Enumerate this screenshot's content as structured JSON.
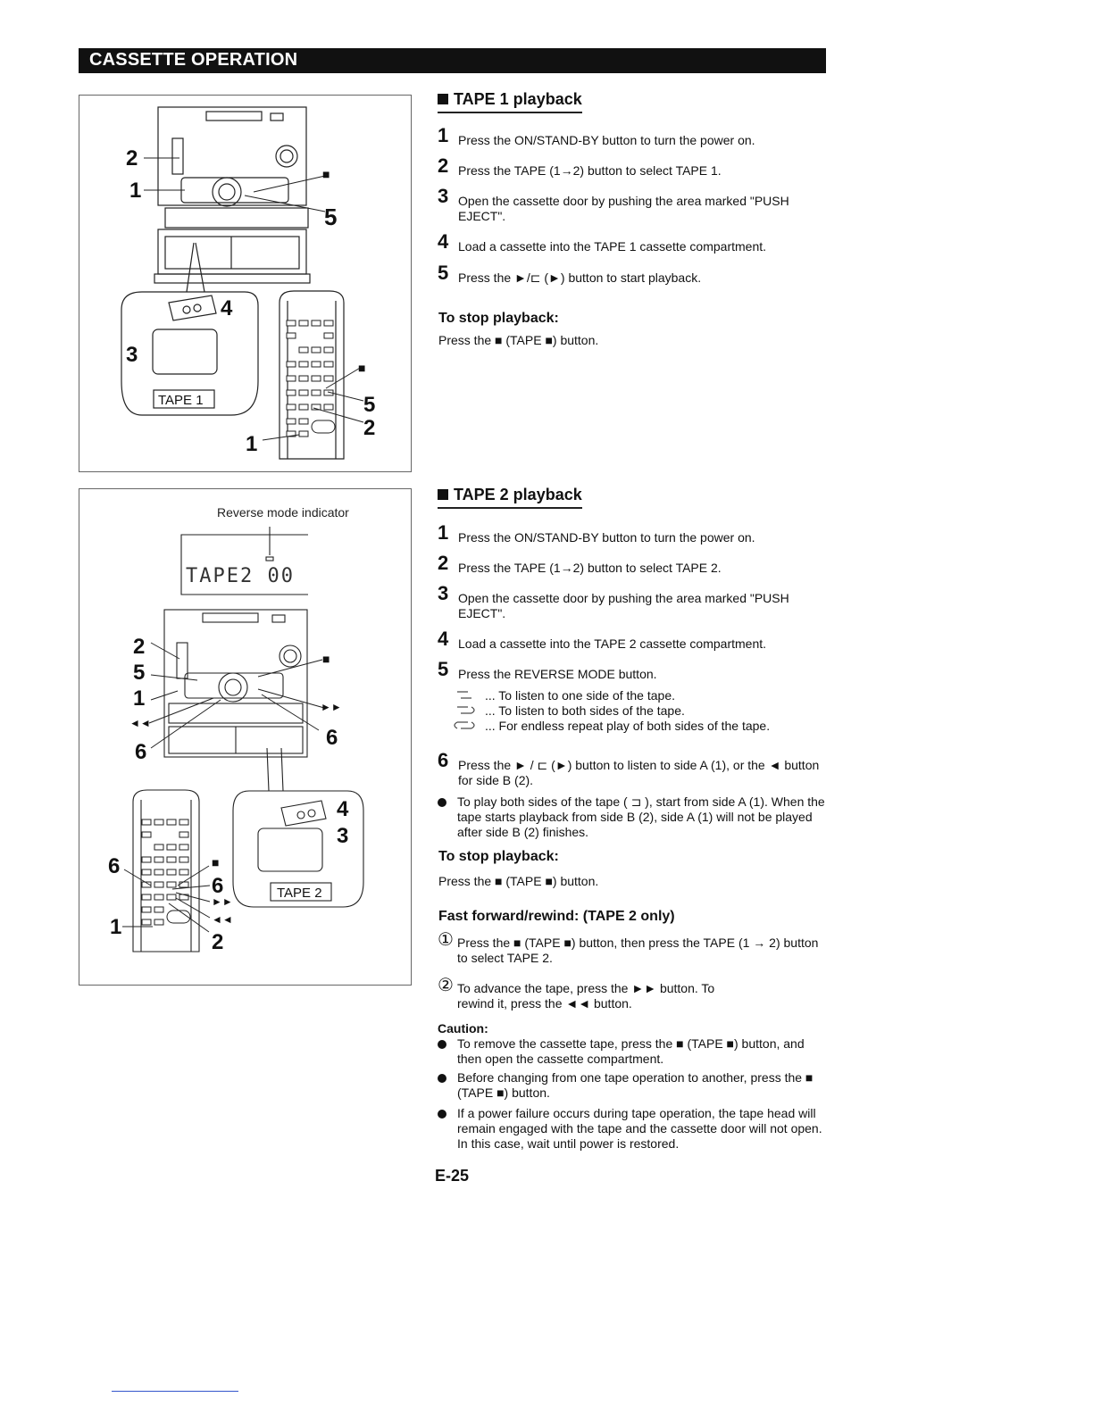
{
  "header": {
    "title": "CASSETTE OPERATION"
  },
  "figure1": {
    "tape_label": "TAPE 1",
    "callouts": {
      "c2": "2",
      "c1": "1",
      "stop": "■",
      "c5": "5",
      "c4": "4",
      "c3": "3",
      "r_stop": "■",
      "r5": "5",
      "r2": "2",
      "r1": "1"
    }
  },
  "figure2": {
    "indicator_caption": "Reverse mode indicator",
    "display_text": "TAPE2 00",
    "tape_label": "TAPE 2",
    "callouts": {
      "c2": "2",
      "c5": "5",
      "c1": "1",
      "rew": "◄◄",
      "c6a": "6",
      "stop": "■",
      "ff": "►►",
      "c6b": "6",
      "c4": "4",
      "c3": "3",
      "r6a": "6",
      "r_stop": "■",
      "r6b": "6",
      "r_ff": "►►",
      "r_rew": "◄◄",
      "r1": "1",
      "r2": "2"
    }
  },
  "tape1": {
    "title": "TAPE 1 playback",
    "steps": [
      {
        "n": "1",
        "text": "Press the ON/STAND-BY button to turn the power on."
      },
      {
        "n": "2",
        "text": "Press the TAPE (1→2) button to select TAPE 1."
      },
      {
        "n": "3",
        "text": "Open the cassette door by pushing the area marked \"PUSH EJECT\"."
      },
      {
        "n": "4",
        "text": "Load a cassette into the TAPE 1 cassette compartment."
      },
      {
        "n": "5",
        "text": "Press the ►/⊏ (►) button to start playback."
      }
    ],
    "stop_heading": "To stop playback:",
    "stop_text": "Press the ■ (TAPE ■) button."
  },
  "tape2": {
    "title": "TAPE 2 playback",
    "steps": [
      {
        "n": "1",
        "text": "Press the ON/STAND-BY button to turn the power on."
      },
      {
        "n": "2",
        "text": "Press the TAPE (1→2) button to select TAPE 2."
      },
      {
        "n": "3",
        "text": "Open the cassette door by pushing the area marked \"PUSH EJECT\"."
      },
      {
        "n": "4",
        "text": "Load a cassette into the TAPE 2 cassette compartment."
      },
      {
        "n": "5",
        "text": "Press the REVERSE MODE button."
      },
      {
        "n": "6",
        "text": "Press the ► / ⊏ (►) button to listen to side A (1), or the ◄ button for side B (2)."
      }
    ],
    "modes": [
      "... To listen to one side of the tape.",
      "... To listen to both sides of the tape.",
      "... For endless repeat play of both sides of the tape."
    ],
    "note": "To play both sides of the tape ( ⊐ ), start from side A (1). When the tape starts playback from side B (2), side A (1) will not be played after side B (2) finishes.",
    "stop_heading": "To stop playback:",
    "stop_text": "Press the ■ (TAPE ■) button.",
    "ff_heading": "Fast forward/rewind: (TAPE 2 only)",
    "ff_steps": [
      {
        "mark": "①",
        "text": "Press the ■ (TAPE ■) button, then press the TAPE (1 → 2) button to select TAPE 2."
      },
      {
        "mark": "②",
        "text": "To advance the tape, press the ►► button. To rewind it, press the ◄◄ button."
      }
    ],
    "caution_heading": "Caution:",
    "cautions": [
      "To remove the cassette tape, press the ■ (TAPE ■) button, and then open the cassette compartment.",
      "Before changing from one tape operation to another, press the ■ (TAPE ■) button.",
      "If a power failure occurs during tape operation, the tape head will remain engaged with the tape and the cassette door will not open. In this case, wait until power is restored."
    ]
  },
  "page_number": "E-25"
}
